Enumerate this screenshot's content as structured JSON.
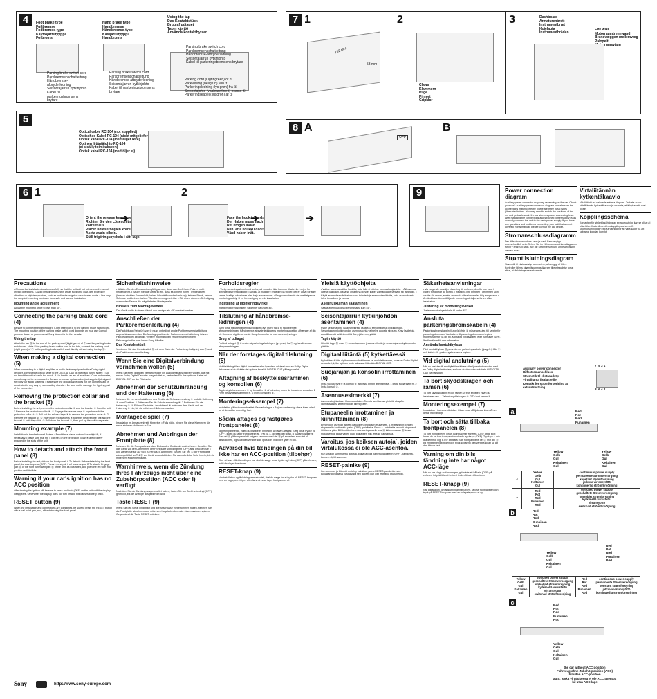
{
  "panel4": {
    "num": "4",
    "col1": "Foot brake type\nFußbremse\nFodbremse-type\nKäyttöjarrutyyppi\nFotbroms",
    "col2": "Hand brake type\nHandbremse\nHåndbremse-type\nKäsijarrutyyppi\nHandbroms",
    "tap_title": "Using the tap\nDas Kontaktstück\nBrug af udtaget\nTapin käyttö\nAnvända kontakthylsan",
    "callout1": "Parking brake switch cord\nParkbremsenschaltleitung\nHåndbremse-\nafbryderledning\nSeisontajarrun kytkinjohto\nKabel till\nparkeringsbromsens\nbrytare",
    "callout2": "Parking brake switch cord\nParkbremsenschaltleitung\nHåndbremse-afbryderledning\nSeisontajarrun kytkinjohto\nKabel till parkeringsbromsens\nbrytare",
    "callout3": "Parking brake switch cord\nParkbremsenschaltleitung\nHåndbremse-afbryderledning\nSeisontajarrun kytkinjohto\nKabel till parkeringsbromsens brytare",
    "callout4": "Parking cord (Light green) of ①\nParkleitung (hellgrün) von ①\nParkeringsledning (lys grøn) fra ①\nSeisontajohto (vaaleanvihreä) osasta ①\nParkeringskabel (ljusgrön) af ①"
  },
  "panel5": {
    "num": "5",
    "callout": "Optical cable RC-104 (not supplied)\nOptisches Kabel RC-104 (nicht mitgeliefert)\nOptisk kabel RC-104 (medfølger ikke)\nOptinen liitäntäjohto RC-104\n(ei sisälly toimitukseen)\nOptisk kabel RC-104 (medföljer ej)"
  },
  "panel7": {
    "num": "7",
    "n1": "1",
    "n2": "2",
    "n3": "3",
    "dim1": "182 mm",
    "dim2": "53 mm",
    "claws": "Claws\nKlammern\nPiige\nPinteet\nGripklor",
    "dashboard": "Dashboard\nArmaturenbrett\nInstrumentbræt\nKojelauta\nInstrumentbrädan",
    "firewall": "Fire wall\nMotorraumtrennwand\nBrandvæggen mellemvæg\nPalopelti\nMotorrumsvägg"
  },
  "panel8": {
    "num": "8",
    "a": "A",
    "b": "B",
    "off": "OFF"
  },
  "panel6": {
    "num": "6",
    "n1": "1",
    "n2": "2",
    "callout1": "Orient the release key correctly.\nRichten Sie den Löseschlüssel\nkorrekt aus.\nPlacer udløsernøglen korrekt.\nAseta avain oikein.\nStäll frigöringsnyckeln i rätt läge.",
    "callout2": "Face the hook inwards.\nDer Haken muss nach innen weisen.\nRet krogen indad.\nNiin, että koukku osoittaa sisään.\nVänd haken inåt."
  },
  "panel9": {
    "num": "9"
  },
  "columns": [
    {
      "sections": [
        {
          "h": "Precautions",
          "p": "• Choose the installation location carefully so that the unit will not interfere with normal driving operations. • Avoid installing the unit in areas subject to dust, dirt, excessive vibration, or high temperature, such as in direct sunlight or near heater ducts. • Use only the supplied mounting hardware for a safe and secure installation."
        },
        {
          "h4": "Mounting angle adjustment",
          "p": "Adjust the mounting angle to less than 45°."
        },
        {
          "h": "Connecting the parking brake cord (4)",
          "p": "Be sure to connect the parking cord (Light green) of ① to the parking brake switch cord. The mounting position of the parking brake switch cord depends on your car. Consult your car dealer or your nearest Sony dealer for further details."
        },
        {
          "h4": "Using the tap",
          "p": "Attach the tap ⑫ to the end of the parking cord (Light green) of ① and the parking brake switch cord. Note: If the parking brake switch cord is too thin, connect the parking cord (Light green) of ① to the parking brake switch cord directly without using the tap ⑫."
        },
        {
          "h": "When making a digital connection (5)",
          "p": "When connecting to a digital amplifier or audio device equipped with a Dolby digital decoder, connect the optical cable to the DIGITAL OUT on the back panel. Notes: • Do not bend the optical cable too much. If it is bent to an arc of less than 10 cm in diameter, sound may not be reproduced. • Be sure to use an optical cable (not supplied) designed for Sony car audio systems. • Make sure the optical cable does not get compressed or constricted in any way by surrounding objects. • Be sure not to damage the lighting part of the connector."
        },
        {
          "h": "Removing the protection collar and the bracket (6)",
          "p": "Before installing the unit, remove the protection collar ⑨ and the bracket ② from the unit. 1 Remove the protection collar ⑨. ① Engage the release keys ⑨ together with the protection collar ⑨. ② Pull out the release keys ⑨ to remove the protection collar ⑨. 2 Remove the bracket ②. ① Insert both release keys ⑨ together between the unit and the bracket ② until they click. ② Pull down the bracket ②, then pull up the unit to separate."
        },
        {
          "h": "Mounting example (7)",
          "p": "Installation in the dashboard. Notes: • Bend these claws outward for a tight fit, if necessary. • Make sure that the 4 catches on the protection collar ⑨ are properly engaged in the slots of the unit."
        },
        {
          "h": "How to detach and attach the front panel (8)",
          "p": "Before installing the unit, detach the front panel. A To detach: Before detaching the front panel, be sure to press (OFF). Press ⌂, and pull it off towards you. B To attach: Engage part Ⓐ of the front panel with part Ⓑ of the unit, as illustrated, and push the left side into position until it clicks."
        },
        {
          "h": "Warning if your car's ignition has no ACC position",
          "p": "After turning the ignition off, be sure to press and hold (OFF) on the unit until the display disappears. Otherwise, the display does not turn off and this causes battery drain."
        },
        {
          "h": "RESET button (9)",
          "p": "When the installation and connections are completed, be sure to press the RESET button with a ball-point pen, etc., after detaching the front panel."
        }
      ]
    },
    {
      "sections": [
        {
          "h": "Sicherheitshinweise",
          "p": "• Wählen Sie den Einbauort sorgfältig so aus, dass das Gerät beim Fahren nicht hinderlich ist. • Bauen Sie das Gerät so ein, dass es keinem hohen Temperaturen (keinem direkten Sonnenlicht, keiner Warmluft von der Heizung), keinem Staub, keinem Schmutz und keinen starken Vibrationen ausgesetzt ist. • Für einen sicheren Befestigung verwenden Sie nur die mitgelieferten Montageteile."
        },
        {
          "h4": "Hinweis zum Montagewinkel",
          "p": "Das Gerät sollte in einem Winkel von weniger als 45° montiert werden."
        },
        {
          "h": "Anschließen der Parkbremsenleitung (4)",
          "p": "Die Parkleitung (hellgrün) von ① muss unbedingt an die Parkbremsenschaltleitung angeschlossen werden. Die Montageposition der Parkbremsenschaltleitung ist vom Fahrzeugmodell abhängig. Weitere Informationen erhalten Sie bei Ihrem Fahrzeughändler oder Ihrem Sony-Händler."
        },
        {
          "h4": "Das Kontaktstück",
          "p": "Verbinden Sie das Kontaktstück ⑫ mit dem Ende der Parkleitung (hellgrün) von ① und der Parkbremsenschaltleitung."
        },
        {
          "h": "Wenn Sie eine Digitalverbindung vornehmen wollen (5)",
          "p": "Wenn Sie einen digitalen Verstärker oder ein Audiogerät anschließen wollen, das mit einem Dolby Digital-Decoder ausgestattet ist, verbinden Sie das optische Kabel mit DIGITAL OUT an der Rückseite."
        },
        {
          "h": "Abnehmen der Schutzumrandung und der Halterung (6)",
          "p": "Nehmen Sie vor dem Installieren des Geräts die Schutzumrandung ⑨ und die Halterung ② vom Gerät ab. 1 Entfernen Sie die Schutzumrandung ⑨. 2 Entfernen Sie die Halterung ②. ① Führen Sie beide Lösschlüssel ⑨ zwischen dem Gerät und der Halterung ② ein, bis sie mit einem Klicken einrasten."
        },
        {
          "h": "Montagebeispiel (7)",
          "p": "Installation im Armaturenbrett. Hinweise: • Falls nötig, biegen Sie diese Klammern für einen sicheren Halt nach außen."
        },
        {
          "h": "Abnehmen und Anbringen der Frontplatte (8)",
          "p": "Nehmen Sie die Frontplatte vor dem Einbau des Geräts ab. A Abnehmen: Schalten Sie das Gerät vor dem Abnehmen der Frontplatte unbedingt mit (OFF) aus. Drücken Sie ⌂ und ziehen Sie sie auf sich zu heraus. B Anbringen: Setzen Sie Teil Ⓐ der Frontplatte wie abgebildet an Teil Ⓑ am Gerät an und drücken Sie dann die linke Seite hinein, bis sie mit einem Klicken einrastet."
        },
        {
          "h": "Warnhinweis, wenn die Zündung Ihres Fahrzeugs nicht über eine Zubehörposition (ACC oder I) verfügt",
          "p": "Nachdem Sie die Zündung ausgeschaltet haben, halten Sie am Gerät unbedingt (OFF) gedrückt, bis die Anzeige ausgeblendet wird."
        },
        {
          "h": "Taste RESET (9)",
          "p": "Wenn Sie das Gerät eingebaut und alle Anschlüsse vorgenommen haben, nehmen Sie die Frontplatte abnehmen und mit einem Kugelschreiber oder einem anderen spitzen Gegenstand die Taste RESET drücken."
        }
      ]
    },
    {
      "sections": [
        {
          "h": "Forholdsregler",
          "p": "• Vælg monteringsstedet med omhu, så enheden ikke kommer til at virke i vejen for almindelig førerhandlinger. • Undgå at installere enheden på steder, der er udsat for støv, snavs, kraftige vibrationer eller høje temperaturer. • Brug udelukkende det medfølgende monteringsudstyr til en forsvarlig og korrekt installation."
        },
        {
          "h4": "Indstilling af monteringsvinkel",
          "p": "Indstil monteringsvinklen, så den er på under 45°."
        },
        {
          "h": "Tilslutning af håndbremse-ledningen (4)",
          "p": "Sørg for at tilslutte parkeringsledningen (lys grøn) fra ① til håndbremse-afbryderledningen. Håndbremse-afbryderledningens monteringsposition afhænger af din bil. Henvend dig til nærmeste Sony-forhandler for nærmere oplysninger."
        },
        {
          "h4": "Brug af udtaget",
          "p": "Forbind udtaget ⑫ til enden af parkeringsledningen (lys grøn) fra ① og håndbremse-afbryderledningen."
        },
        {
          "h": "Når der foretages digital tilslutning (5)",
          "p": "Ved tilslutning til en digital forstærker eller lydenhed udstyret med en Dolby Digital-dekoder skal du tilslutte det optiske kabel til DIGITAL OUT på bagpanelet."
        },
        {
          "h": "Aftagning af beskyttelsesrammen og konsollen (6)",
          "p": "Tag beskyttelsesrammen ⑨ og konsollen ② af enheden, inden du installerer enheden. 1 Fjern beskyttelsesrammen ⑨. 2 Fjern konsollen ②."
        },
        {
          "h": "Monteringseksempel (7)",
          "p": "Installation på instrumentbrættet. Bemærkninger: • Bøj om nødvendigt disse kløer udad for at de sidder ordentligt fast."
        },
        {
          "h": "Sådan aftages og fastgøres frontpanelet (8)",
          "p": "Tag frontpanelet af, inden du installerer enheden. A Sådan aftages: Sørg for at trykke på (OFF), inden du tager frontpanelet af. Tryk på ⌂, og træk det udad. B Sådan fastgøres: Sæt del Ⓐ på frontpanelet i indgreb sammen med del Ⓑ på enheden, som vist på illustrationen, og skub den venstre side i position, indtil der lyder et klik."
        },
        {
          "h": "Advarsel hvis tændingen på din bil ikke har en ACC-position (tilbehør)",
          "p": "Efter at have slået tændingen fra, skal du sørge for at trykke og holde (OFF) på enheden, indtil displayet forsvinder."
        },
        {
          "h": "RESET-knap (9)",
          "p": "Når installation og tilslutninger er afsluttet, skal du sørge for at trykke på RESET-knappen med en kuglepen el.lign., efter først at have taget frontpanelet af."
        }
      ]
    },
    {
      "sections": [
        {
          "h": "Yleisiä käyttöohjeita",
          "p": "• Valitse asennuspaikka huolella, jotta laite ei häiritse normaalia ajamista. • Älä asenna laitetta paikkaan, jossa se on alttiina pölylle, liialle, voimakkaalle tärinälle tai lämmölle. • Käytä asennuksen lisäksi mukana toimitettuja asennustarvikkeita, jotta asennuksesta tulee turvallinen ja varma."
        },
        {
          "h4": "Asennuskulman säätäminen",
          "p": "Säädä asennuskulma pienemmäksi kuin 45°."
        },
        {
          "h": "Seisontajarrun kytkinjohdon asentaminen (4)",
          "p": "Kytke seisontajohto (vaaleanvihreä) osasta ① seisontajarrun kytkinjohtoon. Seisontajarrun kytkinjohdon asennuskohta vaihtelee autosta riippuen. Kysy lisätietoja autoliikkeestä tai lähimmältä Sony-jälleenmyyjältä."
        },
        {
          "h4": "Tapin käyttö",
          "p": "Kiinnitä tappi ⑫ osan ① seisontajohdon (vaaleanvihreä) ja seisontajarrun kytkinjohdon päähän."
        },
        {
          "h": "Digitaaliliitäntä (5) kytkettäessä",
          "p": "Kytkettäessä laite digitaaliseen vahvistimeen tai audiolaitteeseen, jossa on Dolby Digital -dekooderi, kytke optinen johto takaosan liitäntään DIGITAL OUT."
        },
        {
          "h": "Suojarajan ja konsolin irrottaminen (6)",
          "p": "Irrota suojakehys ⑨ ja konsoli ② laitteesta ennen asentamista. 1 Irrota suojarajain ⑨. 2 Irrota konsoli ②."
        },
        {
          "h": "Asennusesimerkki (7)",
          "p": "Asennus kojelautaan. Huomautuksia: • Taivuta tarvittaessa pinteitä ulospäin varmistaaksesi laitteen tiukan kiinnityksen."
        },
        {
          "h": "Etupaneelin irrottaminen ja kiinnittäminen (8)",
          "p": "Ennen kuin asennat laitteen paikalleen, irrota sen etupaneeli. A Irrottaminen: Ennen etupaneelin irrottamista paina (OFF) -painiketta. Paina ⌂ -painiketta ja vedä etupaneeli irti itseesi päin. B Kiinnittäminen: Aseta etupaneelin osa Ⓐ laitteen osaan Ⓑ kuvan mukaisesti ja paina vasen puoli paikalleen niin, että se napsahtaa."
        },
        {
          "h": "Varoitus, jos koiksen autoja´, joiden virtalukossa ei ole ACC-asentoa.",
          "p": "Kun virta on sammutettu autosta, paina ja pidä painettuna laitteen (OFF) -painiketta, kunnes näyttö sammuu."
        },
        {
          "h": "RESET-painike (9)",
          "p": "Kun asennus ja liitännät on tehty valmiiksi, paina RESET-painiketta esim. kuulakärkikynällä tai vastaavalla sen jälkeen kun olet irrottanut etupaneelin."
        }
      ]
    },
    {
      "sections": [
        {
          "h": "Säkerhetsanvisningar",
          "p": "• Var noga när du väljer placering för enheten, den får inte vara i vägen för dig när du kör bil. • Installera inte enheten i utrymmen som utsätts för damm, smuts, onormala vibrationer eller hög temperatur. • Använd bara de medföljande monteringsdetaljerna för en säker installation."
        },
        {
          "h4": "Justering av monteringsvinkel",
          "p": "Justera monteringsvinkeln till under 45°."
        },
        {
          "h": "Ansluta parkeringsbromskabeln (4)",
          "p": "Parkeringsbromskabeln (ljusgrön) från ① måste anslutas till kabeln för parkeringsbromsen. Var kabeln till parkeringsbromsens brytare monteras beror på din bil. Kontakta bilförsäljaren eller närmaste Sony-återförsäljare för mer information."
        },
        {
          "h4": "Använda kontakthylsan",
          "p": "Fäst kontakthylsan ⑫ på änden av parkeringskabeln (ljusgrön) från ① och kabeln för parkeringsbromsens brytare."
        },
        {
          "h": "Vid digital anslutning (5)",
          "p": "När du ansluter till en digital förstärkare eller ljudenhet utrustad med en Dolby digital-avkodare, ansluter du den optiska kabeln till DIGITAL OUT på baksidan."
        },
        {
          "h": "Ta bort skyddskragen och ramen (6)",
          "p": "Ta bort skyddskragen ⑨ och ramen ② från enheten innan du installerar den. 1 Ta bort skyddskragen ⑨. 2 Ta bort ramen ②."
        },
        {
          "h": "Monteringsexempel (7)",
          "p": "Installation i instrumentbrädan. Observera: • Böj dessa klor utåt om det är nödvändigt."
        },
        {
          "h": "Ta bort och sätta tillbaka frontpanelen (8)",
          "p": "Ta bort frontpanelen innan du installerar enheten. A För att ta bort: Innan du tar bort frontpanelen ska du trycka på (OFF). Tryck på ⌂ och dra den mot dig. B För att fästa: Sätt frontpanelens del Ⓐ mot del Ⓑ på enheten enligt bilden och tryck sedan till den vänstra sidan så att den klickar fast."
        },
        {
          "h": "Varning om din bils tändning inte har något ACC-läge",
          "p": "När du har slagit av tändningen, glöm inte att hålla in (OFF) på enheten intryckt tills att texten i teckenfönstret försvinner."
        },
        {
          "h": "RESET-knapp (9)",
          "p": "När installation och anslutningar har utförts, ta loss frontpanelen och tryck på RESET-knappen med en kulspetspenna el.dyl."
        }
      ]
    }
  ],
  "right_column": [
    {
      "h": "Power connection diagram",
      "p": "Auxiliary power connector may vary depending on the car. Check your car's auxiliary power connector diagram to make sure the connections match correctly. There are three basic types (illustrated below). You may need to switch the positions of the red and yellow leads in the car stereo's power connecting lead. After matching the connections and switched power supply leads correctly, connect the unit to the car's power supply. If you have any questions and problems connecting your unit that are not covered in this manual, please consult the car dealer."
    },
    {
      "h": "Stromanschlussdiagramm",
      "p": "Der Hilfsstromanschluss kann je nach Fahrzeugtyp unterschiedlich sein. Sehen Sie im Hilfsstromanschlussdiagramm für Ihr Fahrzeug nach, wie die Stromversorgung angeschlossen werden muss."
    },
    {
      "h": "Strømtilslutningsdiagram",
      "p": "Strømstik til ekstraudstyr kan variere, afhængigt af bilen. Kontroller bilens strømtilslutningsdiagram til ekstraudstyr for at sikre, at tilslutningerne er korrekte."
    },
    {
      "h": "Virtaliitännän kytkentäkaavio",
      "p": "Virtaliitäntä voi vaihdella autosta riippuen. Tarkista auton virtaliitännän kytkentäkaavio ja varmista, että kytkennät ovat oikein."
    },
    {
      "h": "Kopplingsschema",
      "p": "Kontakten för strömförsörjning av extrautrustning kan se olika ut i olika bilar. Kontrollera bilens kopplingsschema för strömförsörjning av extrautrustning för att vara säker på att kablarna kopplas korrekt."
    }
  ],
  "connector_labels": {
    "legend": "Auxiliary power connector\nHilfsstromanschluss\nStrømstik til ekstraudstyr\nVirtaliitäntä lisälaitteille\nKontakt för strömförsörjning av\nextrautrustning",
    "pins_top": "7  5 3 1",
    "pins_bottom": "8  6 4 2"
  },
  "diagram_a": {
    "letter": "a",
    "red": "Red\nRot\nRød\nPunainen\nRöd",
    "yellow": "Yellow\nGelb\nGul\nKeltainen\nGul",
    "row_yellow": [
      "4",
      "Yellow\nGelb\nGul\nKeltainen\nGul",
      "continuous power supply\npermanente Stromversorgung\nkonstant strømforsyning\njatkuva virransyöttö\nkontinuerlig strömförsörjning"
    ],
    "row_red": [
      "7",
      "Red\nRot\nRød\nPunainen\nRöd",
      "switched power supply\ngeschaltete Stromversorgung\nomkoblet strømforsyning\nkytkimellä varustettu\nvirransyöttö\nswitchad strömförsörjning"
    ]
  },
  "diagram_b": {
    "letter": "b"
  },
  "diagram_c": {
    "letter": "c",
    "note": "the car without ACC position\nFahrzeug ohne Zubehörposition (ACC)\nbil uden ACC-position\nauto, jonka virtalukossa ei ole ACC-asentoa\nbil utan ACC-läge"
  },
  "footer": {
    "brand": "Sony",
    "url": "http://www.sony-europe.com"
  }
}
